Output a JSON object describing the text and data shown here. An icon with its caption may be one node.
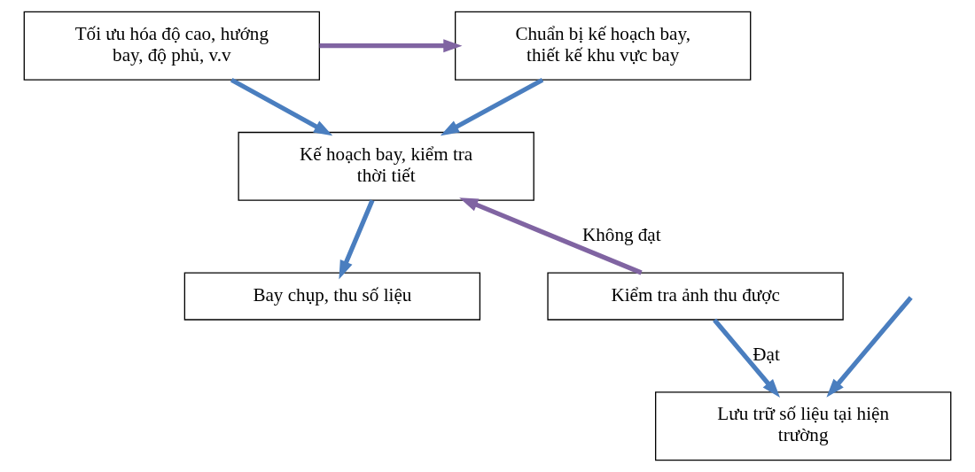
{
  "diagram": {
    "nodes": [
      {
        "text": [
          "Chuẩn bị kế hoạch bay, thiết kế khu vực bay"
        ]
      },
      {
        "text": [
          "Tối ưu hóa độ cao, hướng bay, độ phủ, v.v"
        ]
      },
      {
        "text": [
          "Kế hoạch bay, kiểm tra thời tiết"
        ]
      },
      {
        "text": [
          "Bay chụp, thu số liệu"
        ]
      },
      {
        "text": [
          "Kiểm tra ảnh thu được"
        ]
      },
      {
        "text": [
          "Lưu trữ số liệu tại hiện trường"
        ]
      }
    ],
    "edges": [
      {
        "from": 1,
        "to": 0,
        "arrow": "to",
        "color": "#8064a2"
      },
      {
        "from": 1,
        "to": 2,
        "arrow": "to"
      },
      {
        "from": 0,
        "to": 2,
        "arrow": "to"
      },
      {
        "from": 2,
        "to": 3,
        "arrow": "to"
      },
      {
        "from": 4,
        "to": 2,
        "arrow": "to",
        "label": "Không đạt",
        "color": "#8064a2"
      },
      {
        "from": 4,
        "to": 5,
        "arrow": "to",
        "label": "Đạt"
      },
      {
        "from": null,
        "to": 5,
        "arrow": "to"
      }
    ]
  }
}
